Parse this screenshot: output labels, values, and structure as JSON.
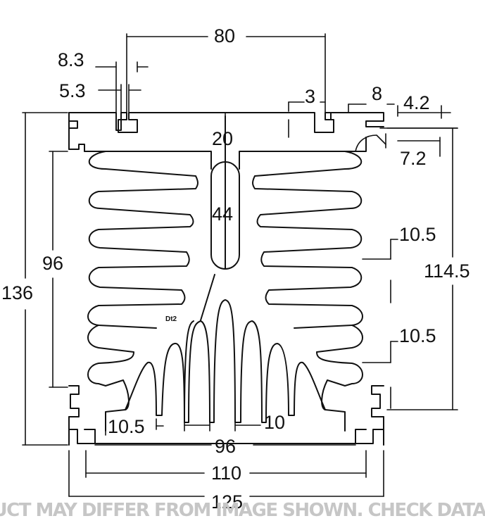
{
  "diagram": {
    "dimensions": {
      "top_pitch": "80",
      "slot_outer": "8.3",
      "slot_inner": "5.3",
      "right_slot": "3",
      "right_slot_outer": "8",
      "clip_height": "4.2",
      "clip_depth": "7.2",
      "center_fin_gap": "20",
      "oval_length": "44",
      "oval_label": "Dt2",
      "fin_span": "96",
      "overall_height": "136",
      "right_height": "114.5",
      "upper_fin_pitch": "10.5",
      "lower_fin_pitch": "10.5",
      "bottom_left_pitch": "10.5",
      "bottom_center_pitch": "10",
      "base_inner_width": "96",
      "base_mount_width": "110",
      "overall_width": "125"
    },
    "disclaimer": "PRODUCT MAY DIFFER FROM IMAGE SHOWN. CHECK DATASHEET"
  }
}
